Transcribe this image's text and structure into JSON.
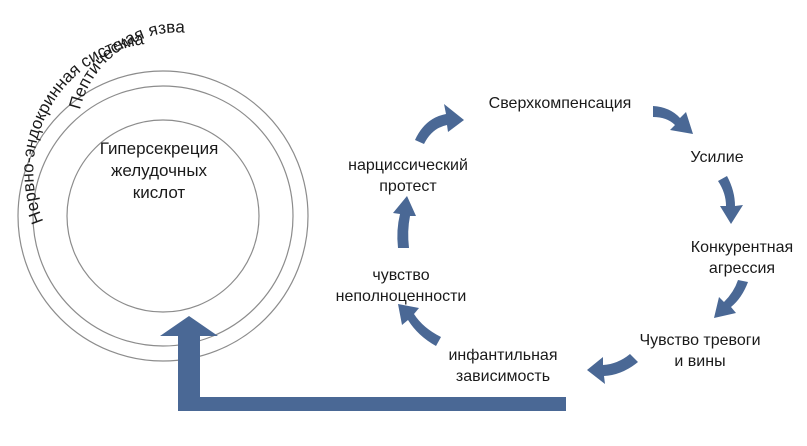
{
  "rings": {
    "outer_label": "Нервно-эндокринная система",
    "middle_label": "Пептическая язва",
    "center_line1": "Гиперсекреция",
    "center_line2": "желудочных",
    "center_line3": "кислот"
  },
  "cycle": {
    "overcompensation": "Сверхкомпенсация",
    "effort": "Усилие",
    "competitive_aggression_line1": "Конкурентная",
    "competitive_aggression_line2": "агрессия",
    "anxiety_guilt_line1": "Чувство тревоги",
    "anxiety_guilt_line2": "и вины",
    "infantile_dependence_line1": "инфантильная",
    "infantile_dependence_line2": "зависимость",
    "inferiority_line1": "чувство",
    "inferiority_line2": "неполноценности",
    "narcissistic_protest_line1": "нарциссический",
    "narcissistic_protest_line2": "протест"
  },
  "colors": {
    "arrow": "#4a6895",
    "ring_stroke": "#8c8c8c",
    "text": "#1a1a1a"
  }
}
